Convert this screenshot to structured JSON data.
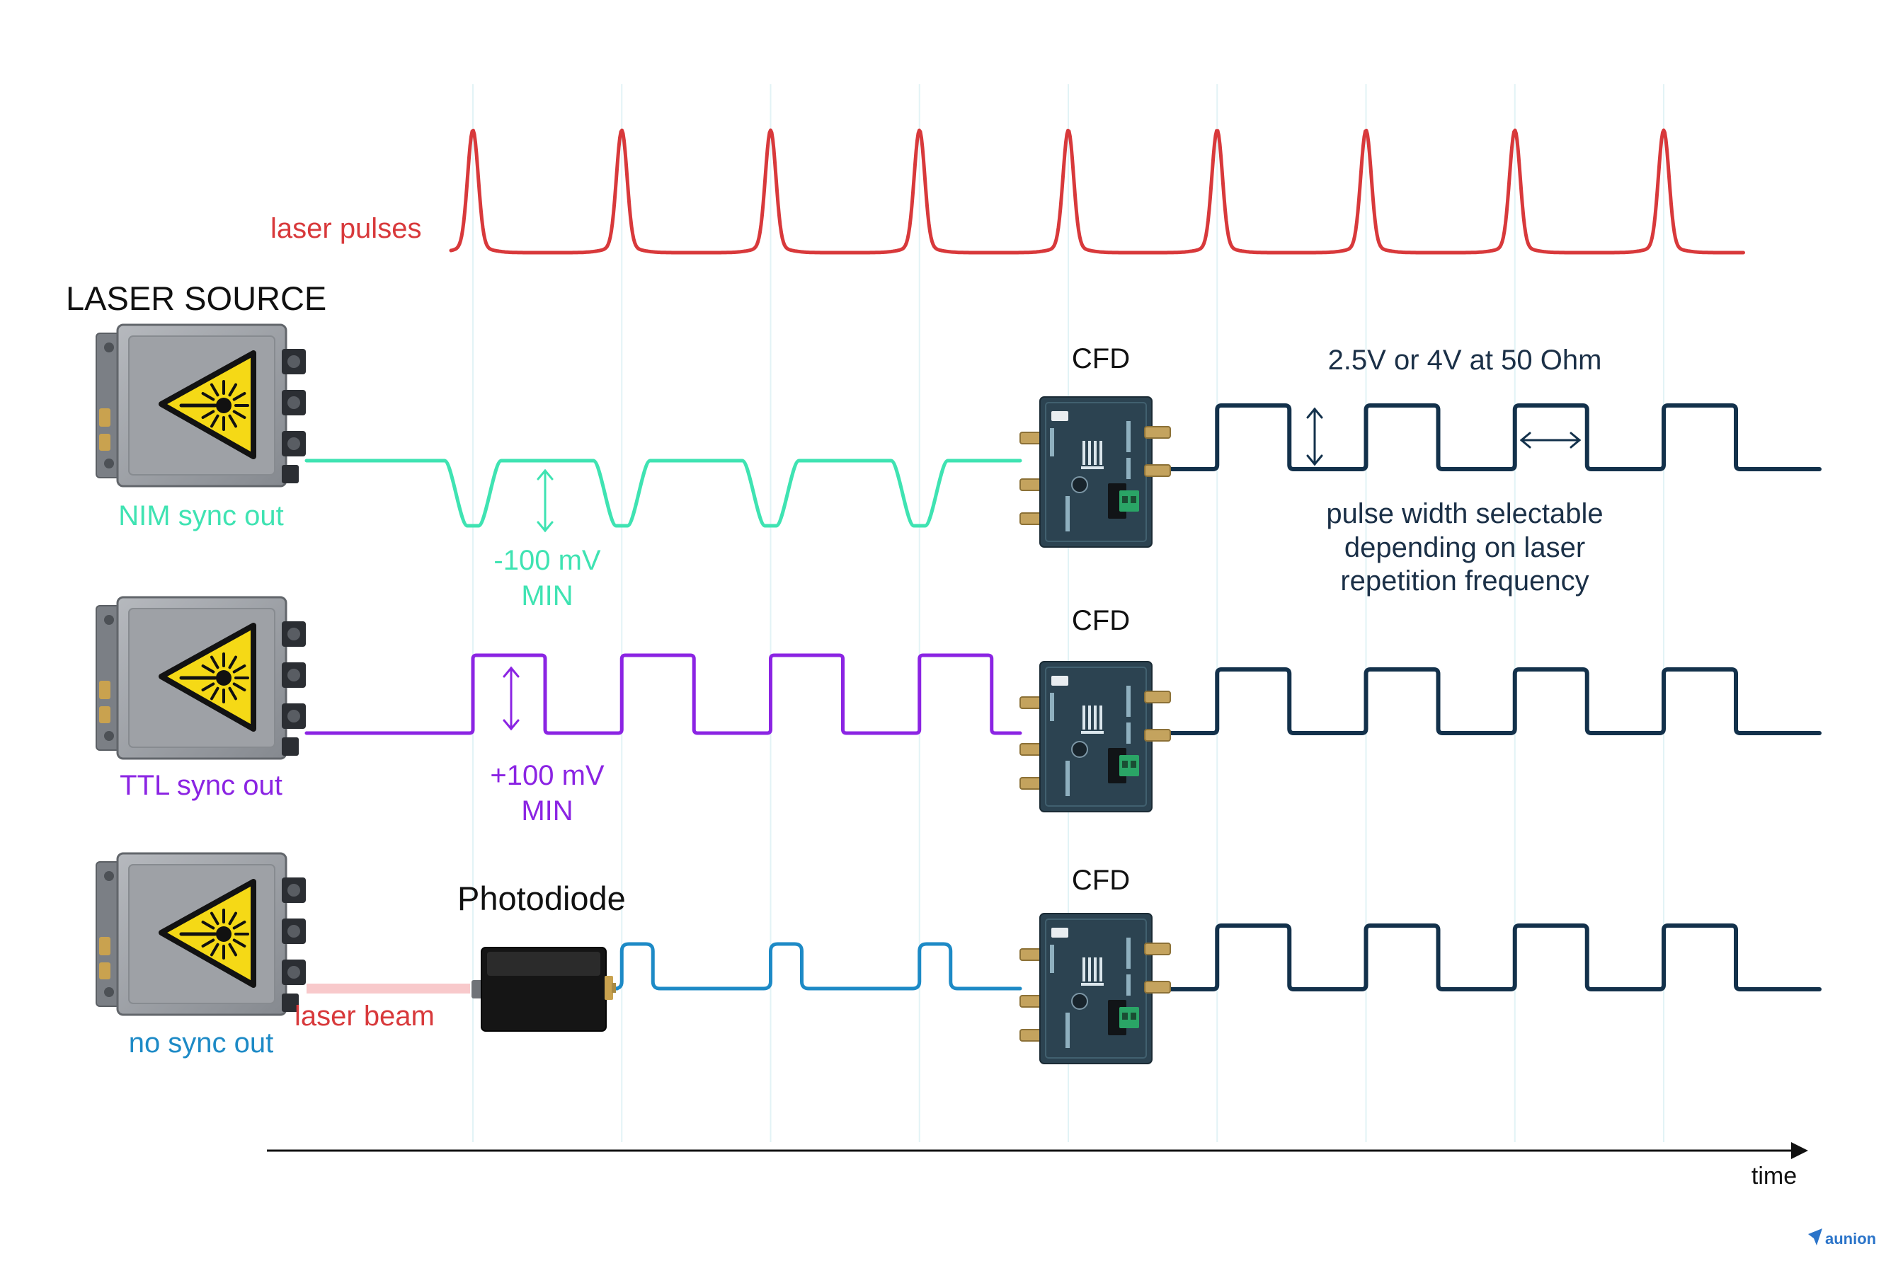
{
  "devices": {
    "laser_source_label": "LASER SOURCE",
    "photodiode_label": "Photodiode",
    "laser_beam_label": "laser beam",
    "cfd_labels": [
      "CFD",
      "CFD",
      "CFD"
    ]
  },
  "icons": {
    "laser_source": "laser-warning-icon",
    "cfd": "cfd-module-icon",
    "photodiode": "photodiode-icon",
    "watermark": "paper-plane-icon"
  },
  "colors": {
    "laser": "#d8393b",
    "nim": "#3fe3b2",
    "ttl": "#8b24e3",
    "photodiode": "#1d8ac6",
    "cfd_output": "#13314b",
    "grid": "#e2f3f6",
    "laser_beam": "#e0191f",
    "text_dark": "#111111",
    "text_navy": "#1b3047"
  },
  "chart_data": {
    "type": "line",
    "xlabel": "time",
    "grid": true,
    "series": [
      {
        "name": "laser pulses",
        "color": "#d8393b",
        "pulses": [
          1,
          2,
          3,
          4,
          5,
          6,
          7,
          8,
          9
        ]
      },
      {
        "name": "NIM sync out",
        "color": "#3fe3b2",
        "pulses": [
          1,
          2,
          3,
          4
        ]
      },
      {
        "name": "TTL sync out",
        "color": "#8b24e3",
        "pulses": [
          1,
          2,
          3,
          4
        ]
      },
      {
        "name": "no sync out",
        "color": "#1d8ac6",
        "pulses": [
          2,
          3,
          4
        ]
      },
      {
        "color": "#13314b",
        "pulses": [
          6,
          7,
          8,
          9
        ]
      },
      {
        "color": "#13314b",
        "pulses": [
          6,
          7,
          8,
          9
        ]
      },
      {
        "color": "#13314b",
        "pulses": [
          6,
          7,
          8,
          9
        ]
      }
    ],
    "annotations": {
      "nim_amplitude": [
        "-100 mV",
        "MIN"
      ],
      "ttl_amplitude": [
        "+100 mV",
        "MIN"
      ],
      "cfd_amplitude": "2.5V or 4V at 50 Ohm",
      "pulse_width": [
        "pulse width selectable",
        "depending on laser",
        "repetition frequency"
      ]
    }
  },
  "watermark": "aunion"
}
